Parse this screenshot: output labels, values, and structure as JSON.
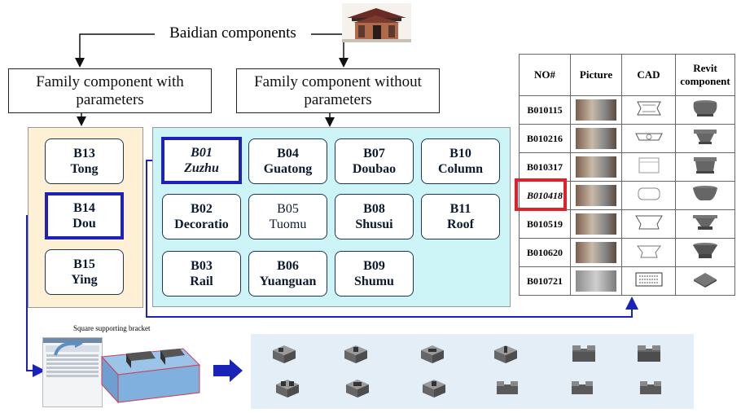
{
  "title": "Baidian components",
  "headers": {
    "with_params": "Family component with parameters",
    "without_params": "Family component without parameters"
  },
  "left_components": [
    {
      "code": "B13",
      "name": "Tong"
    },
    {
      "code": "B14",
      "name": "Dou"
    },
    {
      "code": "B15",
      "name": "Ying"
    }
  ],
  "grid_components": [
    {
      "code": "B01",
      "name": "Zuzhu"
    },
    {
      "code": "B04",
      "name": "Guatong"
    },
    {
      "code": "B07",
      "name": "Doubao"
    },
    {
      "code": "B10",
      "name": "Column"
    },
    {
      "code": "B02",
      "name": "Decoratio"
    },
    {
      "code": "B05",
      "name": "Tuomu"
    },
    {
      "code": "B08",
      "name": "Shusui"
    },
    {
      "code": "B11",
      "name": "Roof"
    },
    {
      "code": "B03",
      "name": "Rail"
    },
    {
      "code": "B06",
      "name": "Yuanguan"
    },
    {
      "code": "B09",
      "name": "Shumu"
    }
  ],
  "table": {
    "headers": [
      "NO#",
      "Picture",
      "CAD",
      "Revit component"
    ],
    "rows": [
      "B010115",
      "B010216",
      "B010317",
      "B010418",
      "B010519",
      "B010620",
      "B010721"
    ],
    "highlighted": "B010418"
  },
  "bracket_caption": "Square supporting bracket",
  "colors": {
    "blue_accent": "#1a22b8",
    "red_accent": "#e0202a",
    "left_panel_bg": "#fdf0d5",
    "grid_panel_bg": "#cdf4f7",
    "strip_bg": "#e3eef7"
  }
}
